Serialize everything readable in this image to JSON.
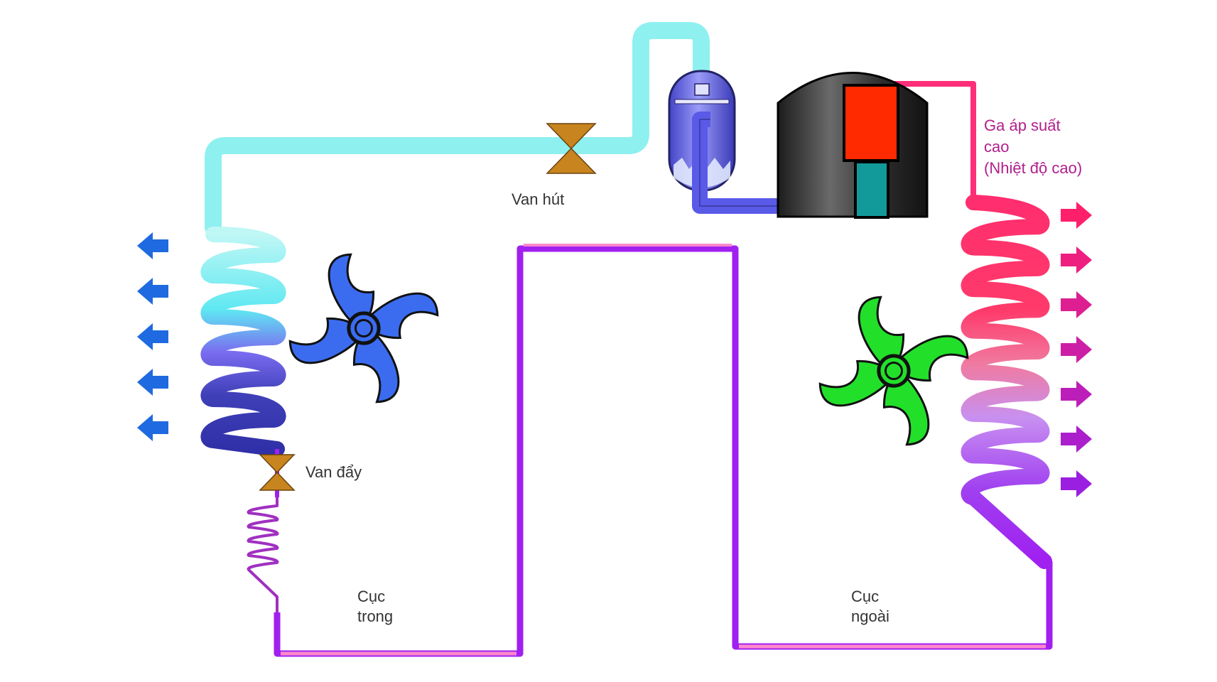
{
  "labels": {
    "suction_valve": "Van hút",
    "discharge_valve": "Van đẩy",
    "indoor_unit_line1": "Cục",
    "indoor_unit_line2": "trong",
    "outdoor_unit_line1": "Cục",
    "outdoor_unit_line2": "ngoài",
    "high_pressure_line1": "Ga áp suất",
    "high_pressure_line2": "cao",
    "high_pressure_line3": "(Nhiệt độ cao)"
  },
  "colors": {
    "cold_gas": "#8ff0f0",
    "liquid_line": "#a020f0",
    "liquid_line_light": "#ff88cc",
    "hot_gas": "#ff2e7a",
    "indoor_fan": "#3b6cf0",
    "outdoor_fan": "#22e02a",
    "valve": "#c8841e",
    "compressor_body": "#3a3a3a",
    "compressor_motor": "#ff2a00",
    "compressor_shaft": "#129a9a",
    "accumulator": "#6a6af0",
    "indoor_arrow": "#1f6ae0",
    "outdoor_arrow_hot": "#ff1f6a",
    "outdoor_arrow_cool": "#9a1fe0"
  },
  "icons": {
    "indoor_fan": "fan-icon",
    "outdoor_fan": "fan-icon",
    "suction_valve": "valve-icon",
    "discharge_valve": "valve-icon",
    "compressor": "compressor-icon",
    "accumulator": "accumulator-icon",
    "airflow_arrow": "arrow-icon"
  }
}
